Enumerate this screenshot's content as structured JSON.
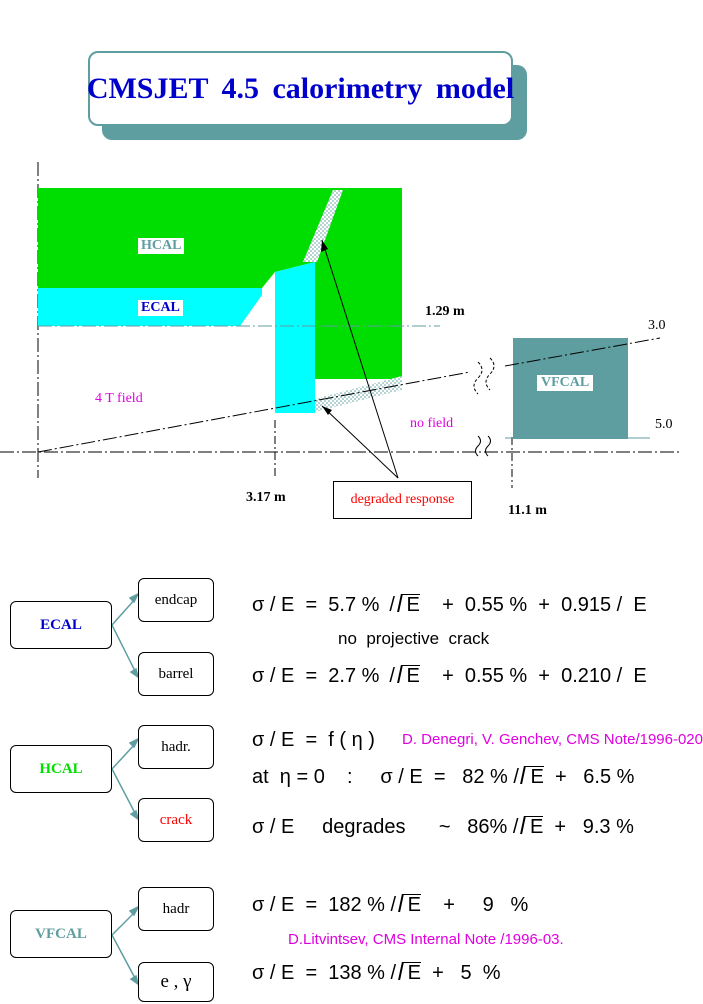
{
  "title": "CMSJET  4.5  calorimetry  model",
  "diagram": {
    "hcal_label": "HCAL",
    "ecal_label": "ECAL",
    "vfcal_label": "VFCAL",
    "dim_1": "1.29 m",
    "dim_2": "3.17 m",
    "dim_3": "11.1 m",
    "eta_1": "3.0",
    "eta_2": "5.0",
    "field_label": "4 T   field",
    "no_field_label": "no  field",
    "degraded_label": "degraded response",
    "colors": {
      "hcal": "#00dd00",
      "ecal": "#00ffff",
      "vfcal": "#5f9ea0",
      "magenta": "#e000e0",
      "red": "#ff0000",
      "blue": "#0000cc"
    }
  },
  "ecal": {
    "box": "ECAL",
    "sub1": "endcap",
    "sub2": "barrel",
    "f1_a": "σ / E  =  5.7 %",
    "f1_b": "E",
    "f1_c": "+  0.55 %  +  0.915 /  E",
    "note": "no  projective  crack",
    "f2_a": "σ / E  =  2.7 %",
    "f2_b": "E",
    "f2_c": "+  0.55 %  +  0.210 /  E"
  },
  "hcal": {
    "box": "HCAL",
    "sub1": "hadr.",
    "sub2": "crack",
    "f1": "σ / E  =  f ( η )",
    "ref": "D. Denegri,  V. Genchev,  CMS Note/1996-020",
    "f2_a": "at  η = 0    :     σ / E  =   82 %",
    "f2_b": "E",
    "f2_c": "+   6.5 %",
    "f3_a": "σ / E     degrades      ~   86%",
    "f3_b": "E",
    "f3_c": "+   9.3 %"
  },
  "vfcal": {
    "box": "VFCAL",
    "sub1": "hadr",
    "sub2": "e , γ",
    "f1_a": "σ / E  =  182 %",
    "f1_b": "E",
    "f1_c": "+     9   %",
    "ref": "D.Litvintsev,   CMS  Internal Note /1996-03.",
    "f2_a": "σ / E  =  138 %",
    "f2_b": "E",
    "f2_c": "+   5  %"
  }
}
